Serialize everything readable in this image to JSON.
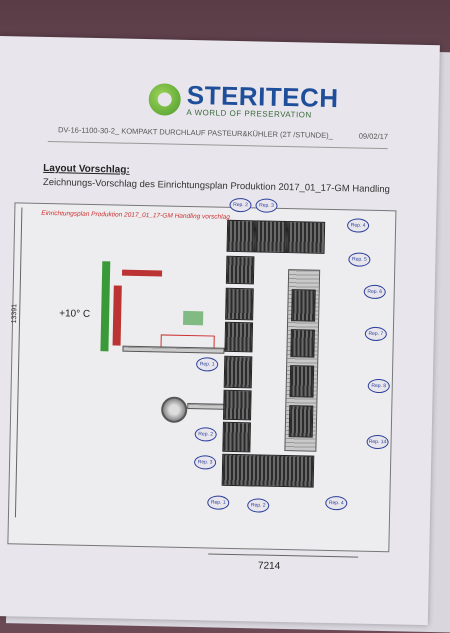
{
  "logo": {
    "brand": "STERITECH",
    "tagline": "A WORLD OF PRESERVATION"
  },
  "header": {
    "doc_id": "DV-16-1100-30-2_ KOMPAKT DURCHLAUF PASTEUR&KÜHLER (2T /STUNDE)_",
    "date": "09/02/17"
  },
  "layout": {
    "title": "Layout Vorschlag:",
    "subtitle": "Zeichnungs-Vorschlag des Einrichtungsplan Produktion 2017_01_17-GM Handling"
  },
  "drawing": {
    "title": "Einrichtungsplan Produktion 2017_01_17-GM Handling vorschlag",
    "temperature": "+10° C",
    "dim_height": "13391",
    "dim_width": "7214",
    "tags": [
      "Rep. 2",
      "Rep. 3",
      "Rep. 4",
      "Rep. 5",
      "Rep. 6",
      "Rep. 7",
      "Rep. 8",
      "Rep. 14",
      "Rep. 1",
      "Rep. 2",
      "Rep. 3",
      "Rep. 1",
      "Rep. 2",
      "Rep. 4"
    ]
  }
}
